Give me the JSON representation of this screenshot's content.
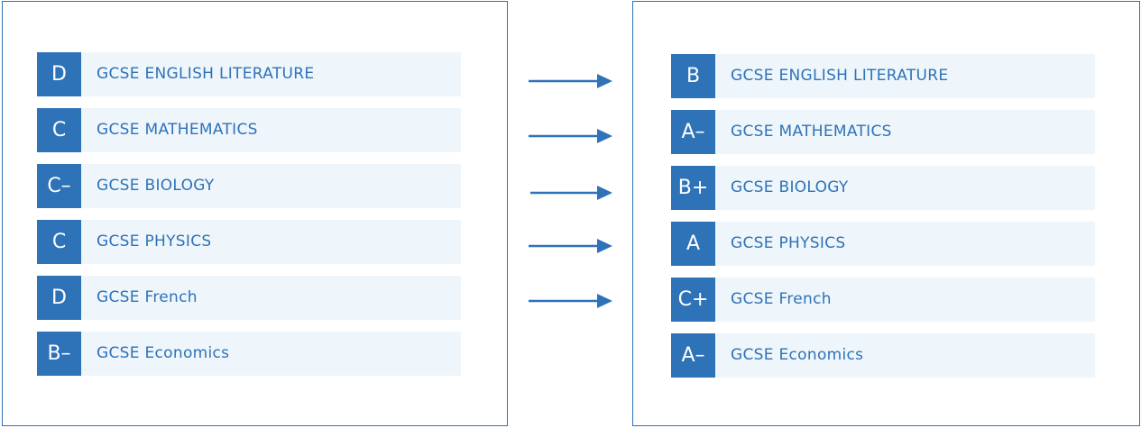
{
  "before": {
    "rows": [
      {
        "grade": "D",
        "subject": "GCSE ENGLISH LITERATURE"
      },
      {
        "grade": "C",
        "subject": "GCSE MATHEMATICS"
      },
      {
        "grade": "C–",
        "subject": "GCSE BIOLOGY"
      },
      {
        "grade": "C",
        "subject": "GCSE PHYSICS"
      },
      {
        "grade": "D",
        "subject": "GCSE French"
      },
      {
        "grade": "B–",
        "subject": "GCSE Economics"
      }
    ]
  },
  "after": {
    "rows": [
      {
        "grade": "B",
        "subject": "GCSE ENGLISH LITERATURE"
      },
      {
        "grade": "A–",
        "subject": "GCSE MATHEMATICS"
      },
      {
        "grade": "B+",
        "subject": "GCSE BIOLOGY"
      },
      {
        "grade": "A",
        "subject": "GCSE PHYSICS"
      },
      {
        "grade": "C+",
        "subject": "GCSE French"
      },
      {
        "grade": "A–",
        "subject": "GCSE Economics"
      }
    ]
  },
  "colors": {
    "accent": "#2e72b8",
    "row_background": "#eef6fb",
    "grade_text": "#ffffff"
  },
  "arrow_count": 5
}
